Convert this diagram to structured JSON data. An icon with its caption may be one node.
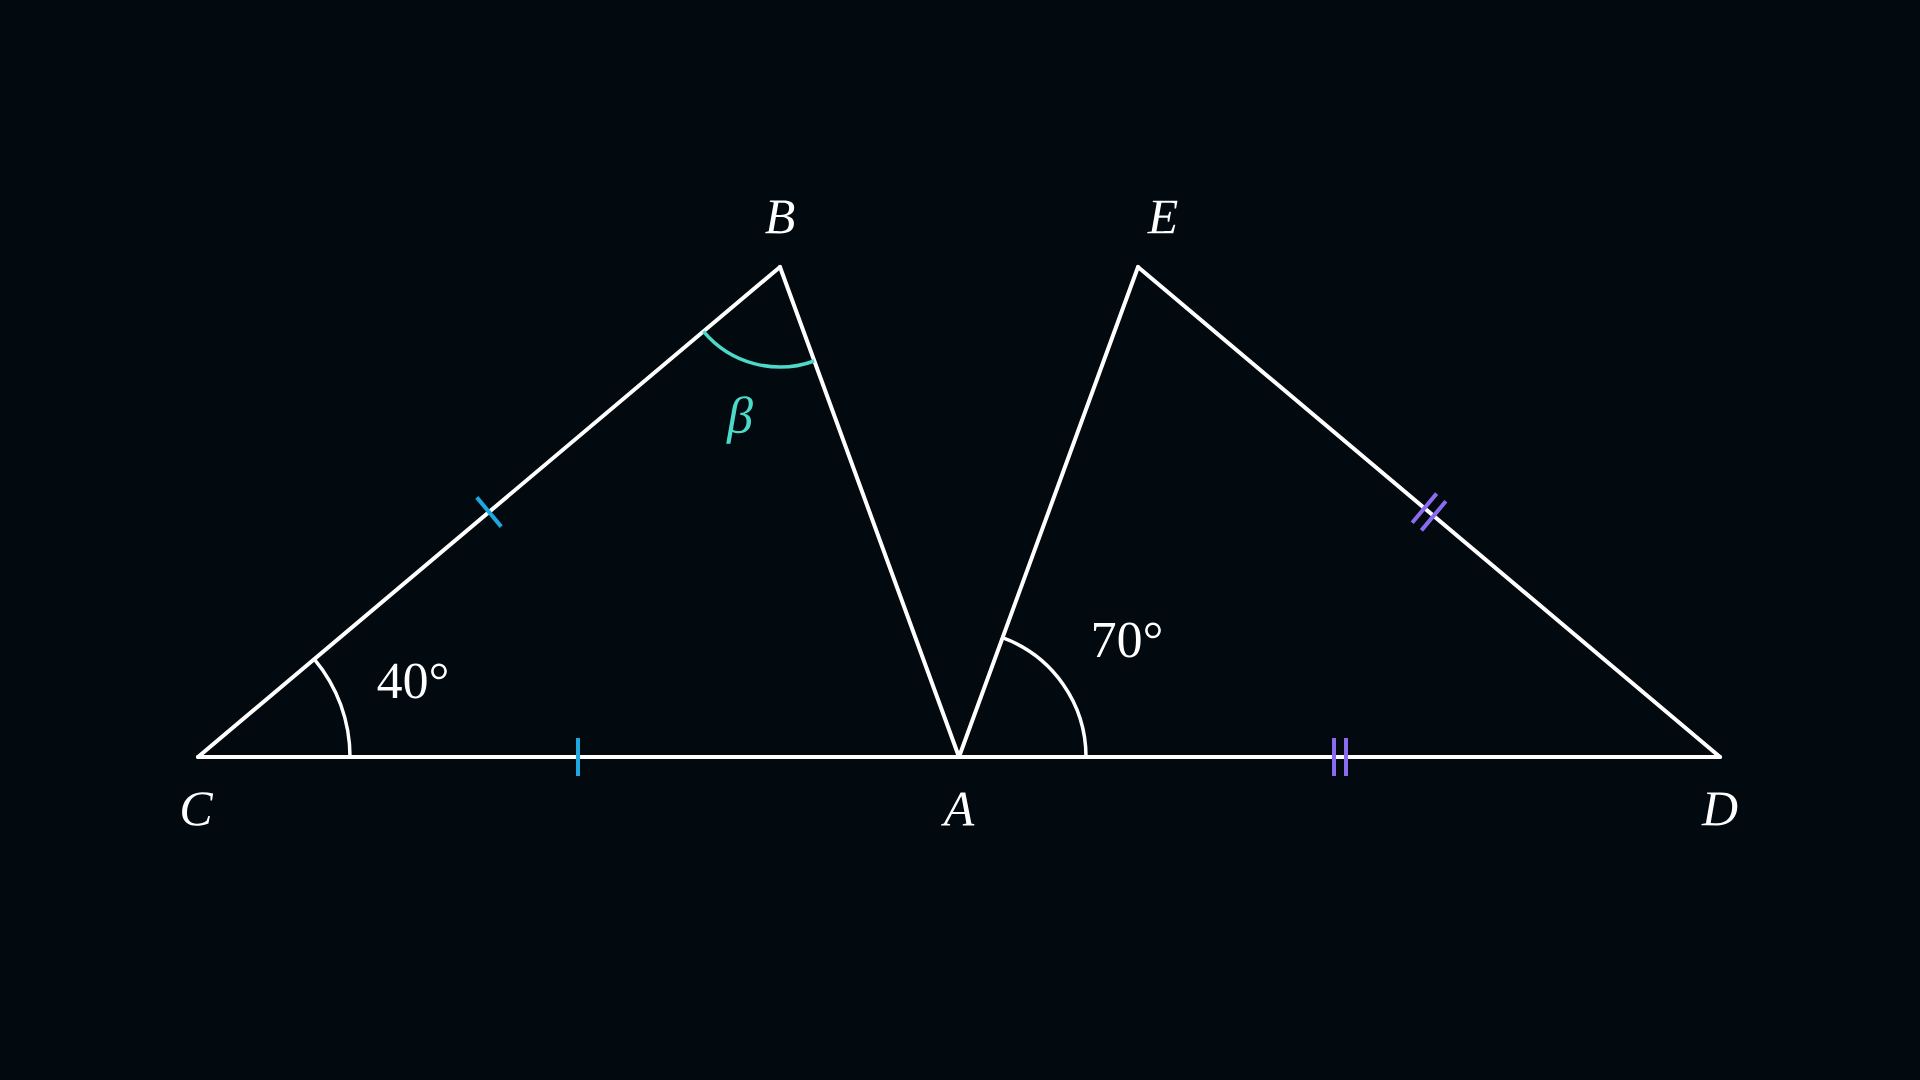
{
  "diagram": {
    "nodes": [
      {
        "text": [
          "B"
        ]
      },
      {
        "text": [
          "E"
        ]
      },
      {
        "text": [
          "C"
        ]
      },
      {
        "text": [
          "A"
        ]
      },
      {
        "text": [
          "D"
        ]
      }
    ],
    "edges": [
      {
        "from": 2,
        "to": 0,
        "arrow": "none"
      },
      {
        "from": 0,
        "to": 3,
        "arrow": "none"
      },
      {
        "from": 2,
        "to": 3,
        "arrow": "none"
      },
      {
        "from": 3,
        "to": 1,
        "arrow": "none"
      },
      {
        "from": 1,
        "to": 4,
        "arrow": "none"
      },
      {
        "from": 3,
        "to": 4,
        "arrow": "none"
      }
    ],
    "labels": [
      "β",
      "40°",
      "70°"
    ]
  }
}
